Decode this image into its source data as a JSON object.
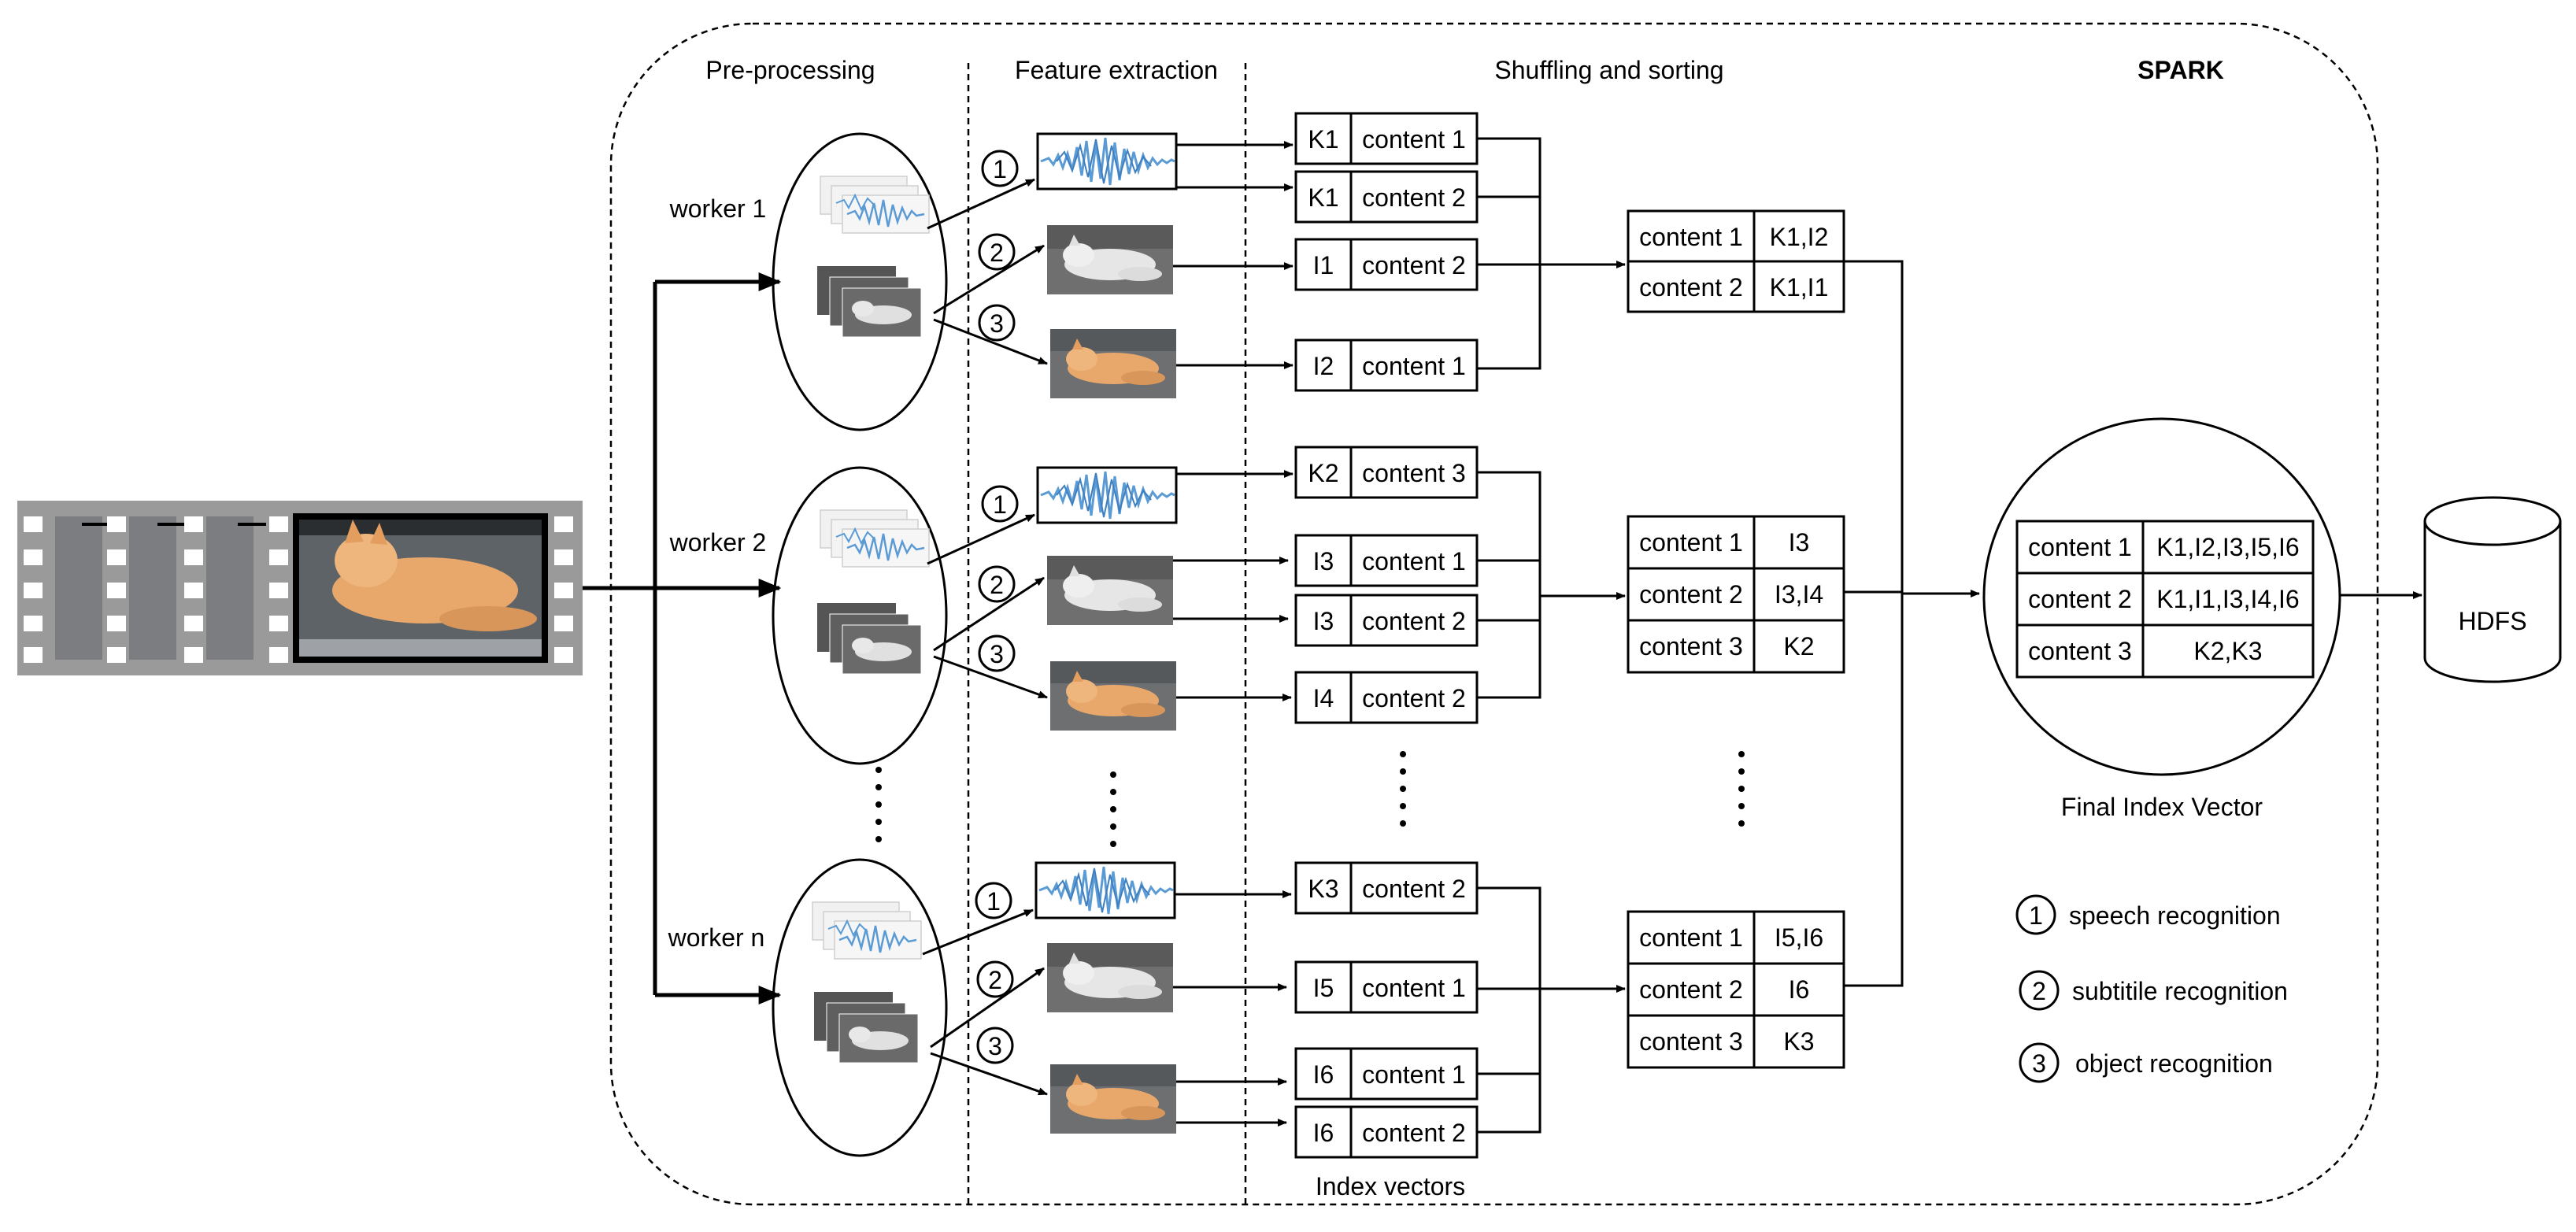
{
  "colors": {
    "wave": "#5b9bd5",
    "cat_gray": "#8a8a8a",
    "cat_orange": "#e3a56b",
    "film": "#9a9a9a"
  },
  "stages": {
    "preprocessing": "Pre-processing",
    "feature_extraction": "Feature extraction",
    "shuffling": "Shuffling and sorting",
    "spark": "SPARK"
  },
  "workers": [
    "worker 1",
    "worker 2",
    "worker n"
  ],
  "step_markers": [
    "1",
    "2",
    "3"
  ],
  "index_vectors": [
    [
      {
        "key": "K1",
        "content": "content 1"
      },
      {
        "key": "K1",
        "content": "content 2"
      },
      {
        "key": "I1",
        "content": "content 2"
      },
      {
        "key": "I2",
        "content": "content 1"
      }
    ],
    [
      {
        "key": "K2",
        "content": "content 3"
      },
      {
        "key": "I3",
        "content": "content 1"
      },
      {
        "key": "I3",
        "content": "content 2"
      },
      {
        "key": "I4",
        "content": "content 2"
      }
    ],
    [
      {
        "key": "K3",
        "content": "content 2"
      },
      {
        "key": "I5",
        "content": "content 1"
      },
      {
        "key": "I6",
        "content": "content 1"
      },
      {
        "key": "I6",
        "content": "content 2"
      }
    ]
  ],
  "index_vectors_label": "Index vectors",
  "sorted_tables": [
    [
      {
        "content": "content 1",
        "keys": "K1,I2"
      },
      {
        "content": "content 2",
        "keys": "K1,I1"
      }
    ],
    [
      {
        "content": "content 1",
        "keys": "I3"
      },
      {
        "content": "content 2",
        "keys": "I3,I4"
      },
      {
        "content": "content 3",
        "keys": "K2"
      }
    ],
    [
      {
        "content": "content 1",
        "keys": "I5,I6"
      },
      {
        "content": "content 2",
        "keys": "I6"
      },
      {
        "content": "content 3",
        "keys": "K3"
      }
    ]
  ],
  "final_table": [
    {
      "content": "content 1",
      "keys": "K1,I2,I3,I5,I6"
    },
    {
      "content": "content 2",
      "keys": "K1,I1,I3,I4,I6"
    },
    {
      "content": "content 3",
      "keys": "K2,K3"
    }
  ],
  "final_label": "Final Index Vector",
  "hdfs_label": "HDFS",
  "legend": [
    {
      "num": "1",
      "text": "speech recognition"
    },
    {
      "num": "2",
      "text": "subtitile recognition"
    },
    {
      "num": "3",
      "text": "object recognition"
    }
  ]
}
